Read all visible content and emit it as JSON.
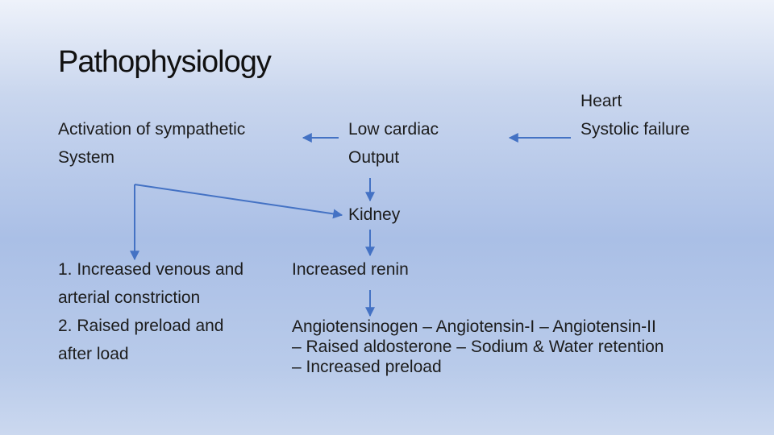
{
  "title": "Pathophysiology",
  "nodes": {
    "sympathetic": "Activation of sympathetic\nSystem",
    "low_cardiac_output": "Low cardiac\nOutput",
    "heart": "Heart\nSystolic failure",
    "kidney": "Kidney",
    "renin": "Increased renin",
    "effects": "1.   Increased venous and\narterial constriction\n2. Raised preload and\nafter load",
    "raas_chain": "Angiotensinogen – Angiotensin-I – Angiotensin-II\n– Raised aldosterone – Sodium & Water retention\n– Increased preload"
  },
  "colors": {
    "arrow": "#4472c4",
    "text": "#1c1c1c"
  }
}
